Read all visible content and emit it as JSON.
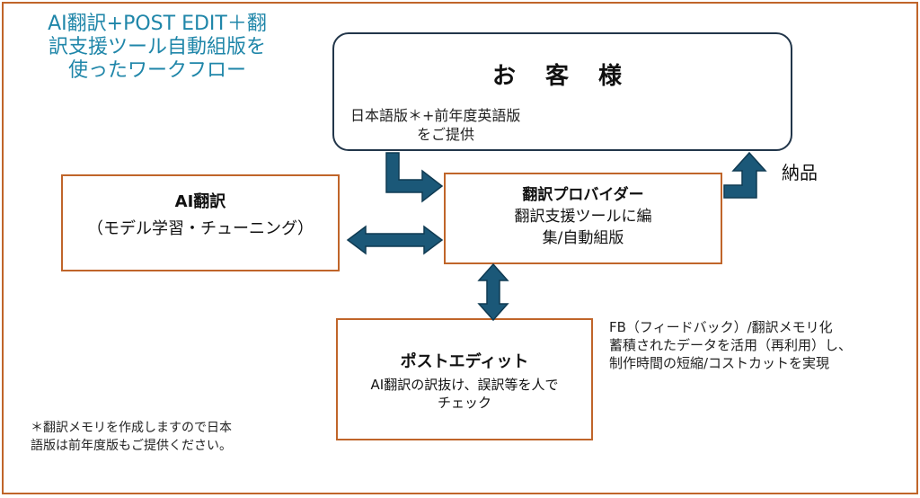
{
  "title_lines": [
    "AI翻訳+POST EDIT＋翻",
    "訳支援ツール自動組版を",
    "使ったワークフロー"
  ],
  "customer": {
    "name": "お 客 様",
    "note_lines": [
      "日本語版＊+前年度英語版",
      "をご提供"
    ]
  },
  "ai_translation": {
    "title": "AI翻訳",
    "subtitle": "（モデル学習・チューニング）"
  },
  "provider": {
    "title": "翻訳プロバイダー",
    "body_lines": [
      "翻訳支援ツールに編",
      "集/自動組版"
    ]
  },
  "post_edit": {
    "title": "ポストエディット",
    "body_lines": [
      "AI翻訳の訳抜け、誤訳等を人で",
      "チェック"
    ]
  },
  "delivery_label": "納品",
  "fb_note_lines": [
    "FB（フィードバック）/翻訳メモリ化",
    "蓄積されたデータを活用（再利用）し、",
    "制作時間の短縮/コストカットを実現"
  ],
  "footnote_lines": [
    "＊翻訳メモリを作成しますので日本",
    "語版は前年度版もご提供ください。"
  ],
  "colors": {
    "title_color": "#1f86a9",
    "box_border": "#c0652a",
    "arrow_fill": "#1b5878",
    "arrow_stroke": "#0f3a52"
  }
}
